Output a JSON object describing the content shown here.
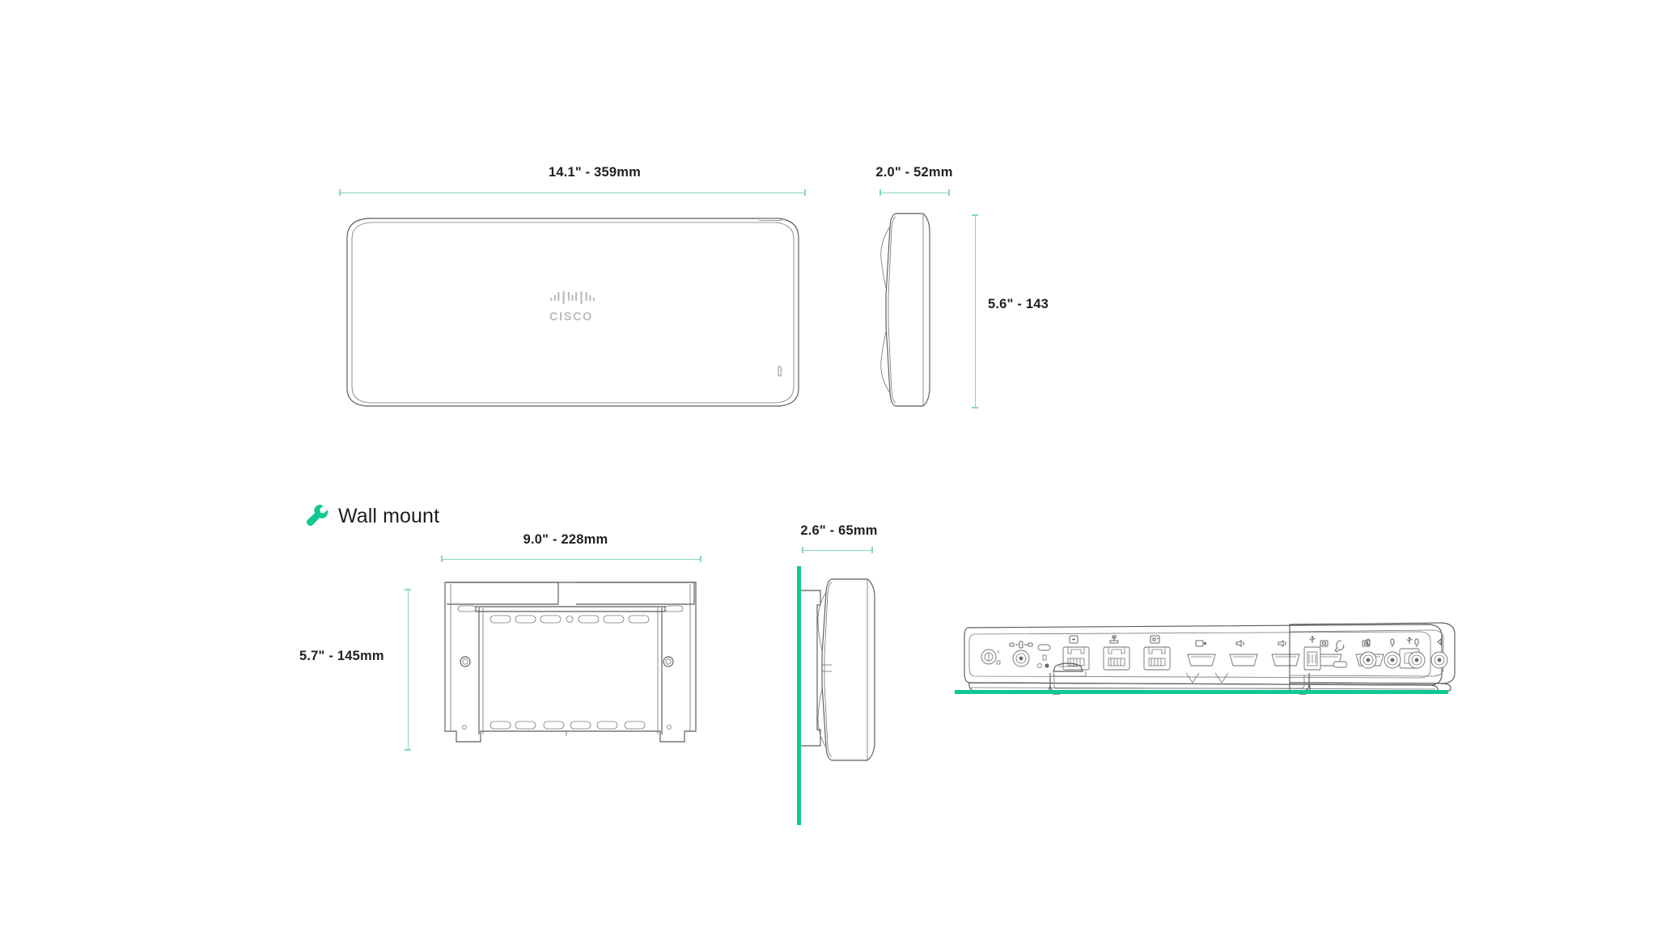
{
  "diagram": {
    "title": "Device dimensions and mounting diagram",
    "accent_color": "#10c891",
    "dimension_line_color": "#86d6bf",
    "outline_color": "#5b5b5b"
  },
  "views": {
    "front": {
      "name": "front-view",
      "brand_logo": "cisco-logo",
      "brand_wordmark": "cisco",
      "width_label": "14.1\" - 359mm",
      "indicator": "status-light"
    },
    "side": {
      "name": "side-view",
      "depth_label": "2.0\" - 52mm",
      "height_label": "5.6\" - 143"
    },
    "wall_mount_bracket": {
      "name": "wall-mount-bracket-view",
      "width_label": "9.0\" - 228mm",
      "height_label": "5.7\" - 145mm"
    },
    "wall_mount_side": {
      "name": "wall-mount-side-view",
      "depth_label": "2.6\" - 65mm",
      "surface": "wall"
    },
    "io_panel": {
      "name": "io-connector-panel-view",
      "surface": "table",
      "ports": [
        {
          "id": "power-switch",
          "label": "power-switch-icon"
        },
        {
          "id": "dc-power-jack",
          "label": "dc-power-icon"
        },
        {
          "id": "kensington-lock",
          "label": "kensington-lock-icon"
        },
        {
          "id": "lan-port-1",
          "label": "network-expansion-icon"
        },
        {
          "id": "lan-port-2",
          "label": "ethernet-icon"
        },
        {
          "id": "lan-port-3",
          "label": "camera-network-icon"
        },
        {
          "id": "hdmi-in-1",
          "label": "hdmi-in-icon"
        },
        {
          "id": "hdmi-in-2",
          "label": "hdmi-audio-icon"
        },
        {
          "id": "hdmi-in-3",
          "label": "hdmi-audio-icon"
        },
        {
          "id": "hdmi-out-1",
          "label": "hdmi-out-icon"
        },
        {
          "id": "hdmi-out-2",
          "label": "hdmi-out-icon"
        },
        {
          "id": "usb-b-port",
          "label": "usb-b-icon"
        },
        {
          "id": "usb-a-port",
          "label": "usb-a-icon"
        },
        {
          "id": "service-port",
          "label": "wrench-service-icon"
        },
        {
          "id": "mic-in-1",
          "label": "microphone-icon"
        },
        {
          "id": "mic-in-2",
          "label": "microphone-icon"
        },
        {
          "id": "mic-in-3",
          "label": "microphone-icon"
        },
        {
          "id": "line-out",
          "label": "speaker-icon"
        }
      ]
    }
  },
  "sections": {
    "wall_mount": {
      "heading": "Wall mount",
      "icon": "wrench-icon"
    }
  }
}
